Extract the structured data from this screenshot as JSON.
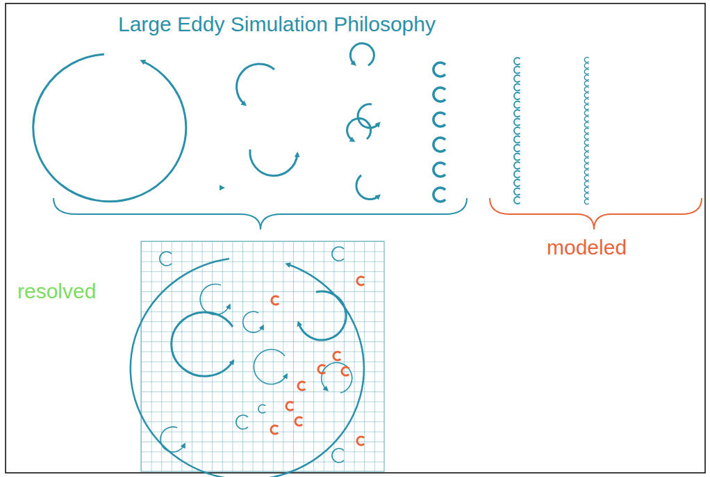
{
  "diagram": {
    "title": "Large Eddy Simulation Philosophy",
    "labels": [
      "resolved",
      "modeled"
    ]
  }
}
